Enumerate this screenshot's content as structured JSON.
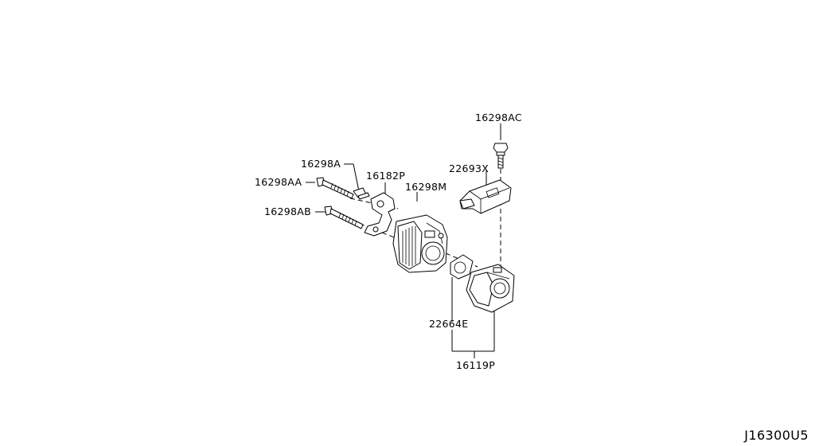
{
  "diagram": {
    "diagram_id": "J16300U5",
    "callouts": {
      "bolt_a": "16298A",
      "bolt_aa": "16298AA",
      "bolt_ab": "16298AB",
      "bracket": "16182P",
      "bracket_bolt": "16298M",
      "top_bolt": "16298AC",
      "sensor": "22693X",
      "gasket": "22664E",
      "throttle_assembly": "16119P"
    }
  }
}
